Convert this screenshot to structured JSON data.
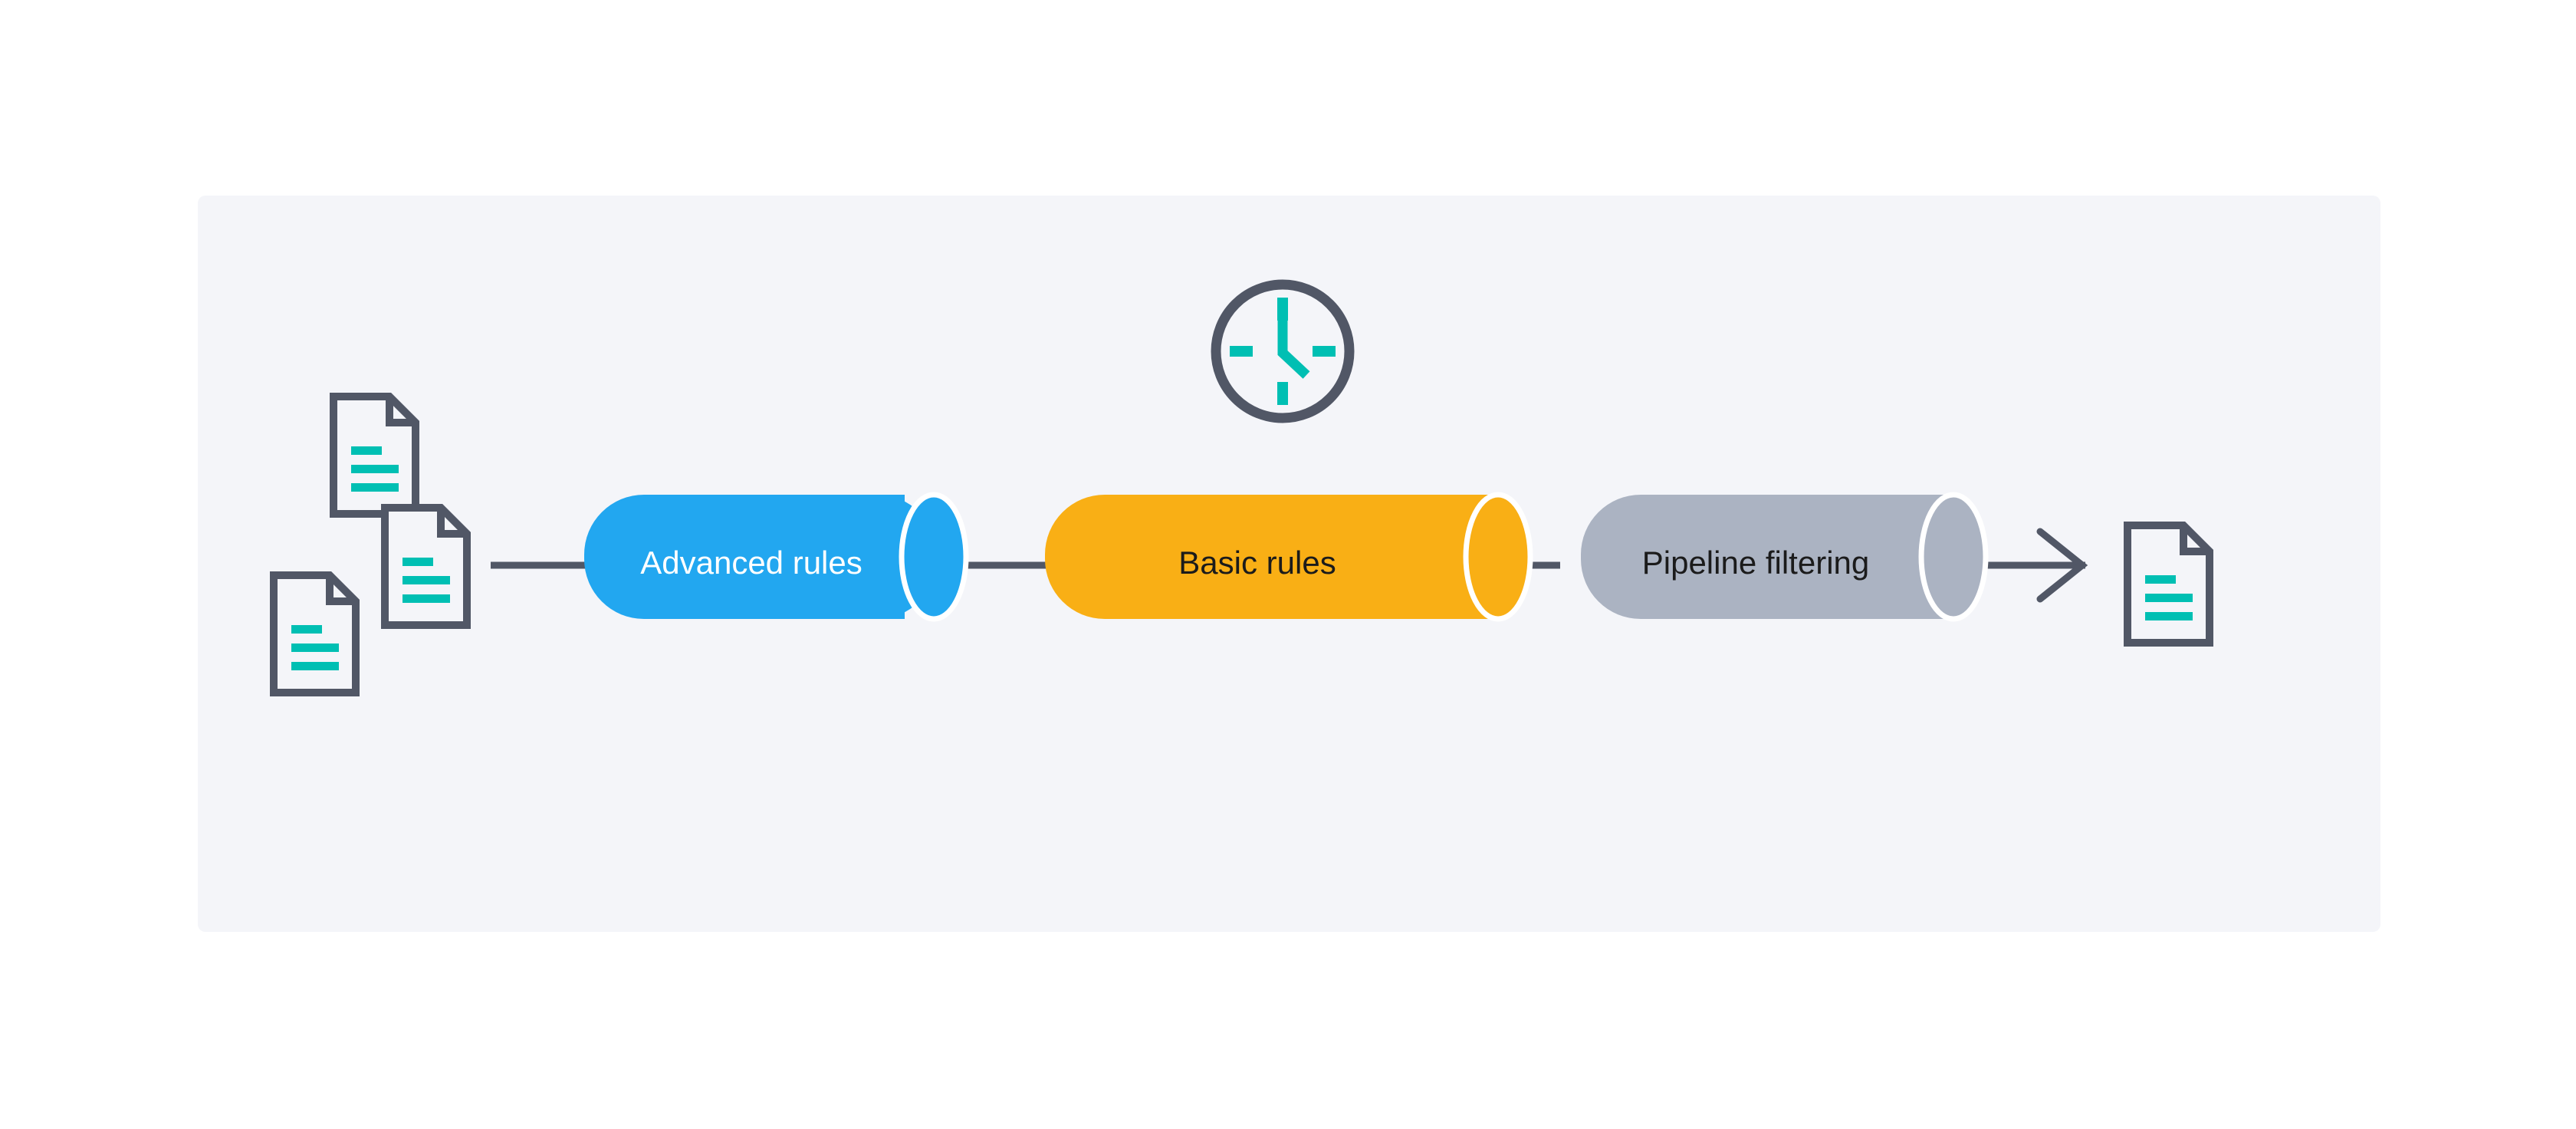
{
  "diagram": {
    "title": "Rules pipeline flow",
    "type": "flow-pipeline",
    "background_color": "#ffffff",
    "panel_color": "#f4f5f9",
    "stroke_color": "#515766",
    "accent_color": "#00bfb3",
    "stages": [
      {
        "id": "advanced-rules",
        "label": "Advanced rules",
        "shape": "cylinder",
        "fill": "#22a7f0",
        "text_color": "#ffffff",
        "order": 1
      },
      {
        "id": "basic-rules",
        "label": "Basic rules",
        "shape": "cylinder",
        "fill": "#f9af15",
        "text_color": "#1b1b1b",
        "order": 2
      },
      {
        "id": "pipeline-filtering",
        "label": "Pipeline filtering",
        "shape": "cylinder",
        "fill": "#abb3c2",
        "text_color": "#1b1b1b",
        "order": 3
      }
    ],
    "inputs": {
      "icon": "document-icon",
      "count": 3,
      "description": "Incoming documents"
    },
    "output": {
      "icon": "document-icon",
      "count": 1,
      "description": "Outgoing document"
    },
    "timer": {
      "icon": "clock-icon",
      "description": "Ingest timing / scheduled processing",
      "dial_color": "#515766",
      "hands_color": "#00bfb3"
    },
    "connectors": [
      {
        "from": "documents-in",
        "to": "advanced-rules",
        "style": "line"
      },
      {
        "from": "advanced-rules",
        "to": "basic-rules",
        "style": "line"
      },
      {
        "from": "basic-rules",
        "to": "pipeline-filtering",
        "style": "line"
      },
      {
        "from": "pipeline-filtering",
        "to": "document-out",
        "style": "arrow"
      }
    ]
  }
}
